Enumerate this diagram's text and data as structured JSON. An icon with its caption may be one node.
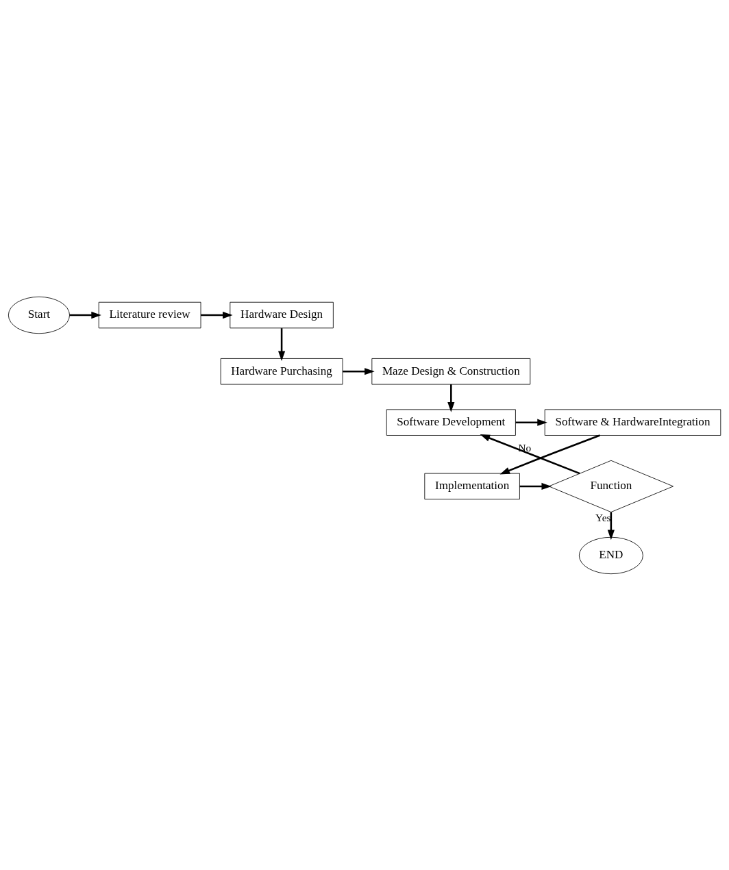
{
  "diagram": {
    "nodes": [
      {
        "text": [
          "Start"
        ]
      },
      {
        "text": [
          "Literature review"
        ]
      },
      {
        "text": [
          "Hardware Design"
        ]
      },
      {
        "text": [
          "Hardware Purchasing"
        ]
      },
      {
        "text": [
          "Maze Design & Construction"
        ]
      },
      {
        "text": [
          "Software Development"
        ]
      },
      {
        "text": [
          "Software & HardwareIntegration"
        ]
      },
      {
        "text": [
          "Implementation"
        ]
      },
      {
        "text": [
          "Function"
        ]
      },
      {
        "text": [
          "END"
        ]
      }
    ],
    "edges": [
      {
        "from": 0,
        "to": 1,
        "arrow": "to"
      },
      {
        "from": 1,
        "to": 2,
        "arrow": "to"
      },
      {
        "from": 2,
        "to": 3,
        "arrow": "to"
      },
      {
        "from": 3,
        "to": 4,
        "arrow": "to"
      },
      {
        "from": 4,
        "to": 5,
        "arrow": "to"
      },
      {
        "from": 5,
        "to": 6,
        "arrow": "to"
      },
      {
        "from": 6,
        "to": 7,
        "arrow": "to"
      },
      {
        "from": 7,
        "to": 8,
        "arrow": "to"
      },
      {
        "from": 8,
        "to": 5,
        "arrow": "to",
        "label": "No"
      },
      {
        "from": 8,
        "to": 9,
        "arrow": "to",
        "label": "Yes"
      }
    ]
  }
}
